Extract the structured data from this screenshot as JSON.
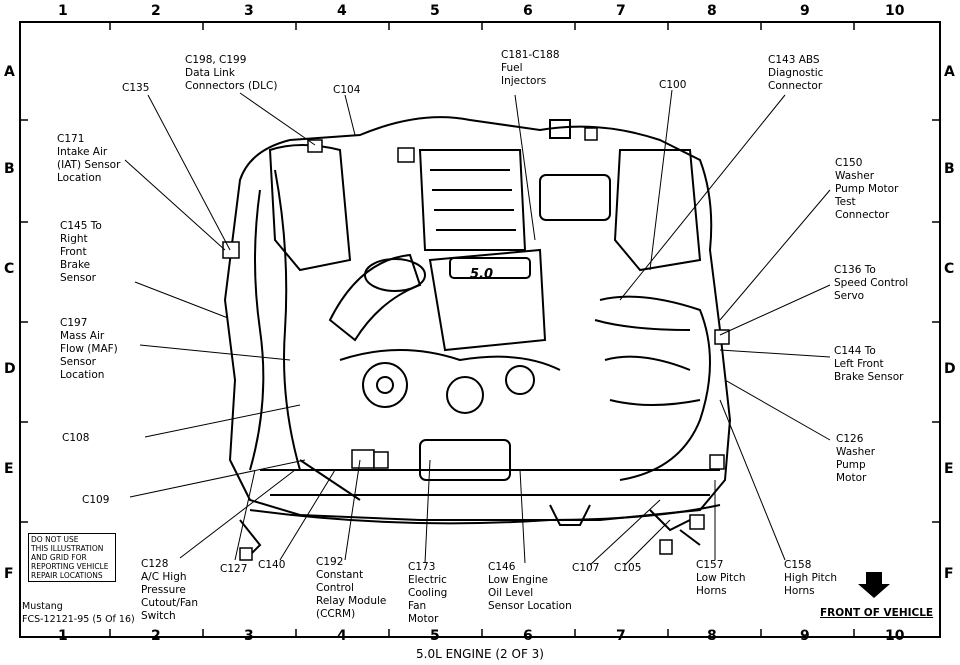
{
  "grid": {
    "columns": [
      "1",
      "2",
      "3",
      "4",
      "5",
      "6",
      "7",
      "8",
      "9",
      "10"
    ],
    "rows": [
      "A",
      "B",
      "C",
      "D",
      "E",
      "F"
    ]
  },
  "callouts": {
    "c198": [
      "C198, C199",
      "Data Link",
      "Connectors (DLC)"
    ],
    "c181": [
      "C181-C188",
      "Fuel",
      "Injectors"
    ],
    "c143": [
      "C143 ABS",
      "Diagnostic",
      "Connector"
    ],
    "c135": [
      "C135"
    ],
    "c104": [
      "C104"
    ],
    "c100": [
      "C100"
    ],
    "c171": [
      "C171",
      "Intake Air",
      "(IAT) Sensor",
      "Location"
    ],
    "c150": [
      "C150",
      "Washer",
      "Pump Motor",
      "Test",
      "Connector"
    ],
    "c145": [
      "C145 To",
      "Right",
      "Front",
      "Brake",
      "Sensor"
    ],
    "c136": [
      "C136 To",
      "Speed Control",
      "Servo"
    ],
    "c197": [
      "C197",
      "Mass Air",
      "Flow (MAF)",
      "Sensor",
      "Location"
    ],
    "c144": [
      "C144 To",
      "Left Front",
      "Brake Sensor"
    ],
    "c108": [
      "C108"
    ],
    "c126": [
      "C126",
      "Washer",
      "Pump",
      "Motor"
    ],
    "c109": [
      "C109"
    ],
    "c128": [
      "C128",
      "A/C High",
      "Pressure",
      "Cutout/Fan",
      "Switch"
    ],
    "c127": [
      "C127"
    ],
    "c140": [
      "C140"
    ],
    "c192": [
      "C192",
      "Constant",
      "Control",
      "Relay Module",
      "(CCRM)"
    ],
    "c173": [
      "C173",
      "Electric",
      "Cooling",
      "Fan",
      "Motor"
    ],
    "c146": [
      "C146",
      "Low Engine",
      "Oil Level",
      "Sensor Location"
    ],
    "c107": [
      "C107"
    ],
    "c105": [
      "C105"
    ],
    "c157": [
      "C157",
      "Low Pitch",
      "Horns"
    ],
    "c158": [
      "C158",
      "High Pitch",
      "Horns"
    ]
  },
  "note": [
    "DO NOT USE",
    "THIS ILLUSTRATION",
    "AND GRID FOR",
    "REPORTING VEHICLE",
    "REPAIR LOCATIONS"
  ],
  "model": [
    "Mustang",
    "FCS-12121-95 (5 Of 16)"
  ],
  "front_label": "FRONT OF VEHICLE",
  "caption": "5.0L ENGINE (2 OF 3)",
  "engine_badge": "5.0"
}
